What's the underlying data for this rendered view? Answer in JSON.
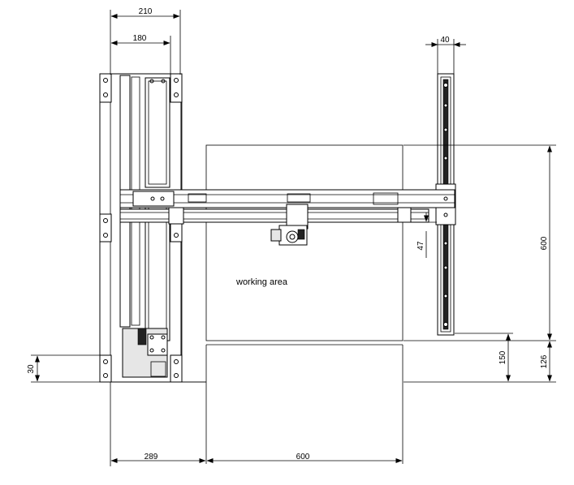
{
  "dimensions": {
    "top_width_outer": "210",
    "top_width_inner": "180",
    "rail_width": "40",
    "height_600": "600",
    "offset_47": "47",
    "offset_150": "150",
    "offset_126": "126",
    "offset_30": "30",
    "bottom_289": "289",
    "bottom_600": "600"
  },
  "labels": {
    "working_area": "working area"
  }
}
